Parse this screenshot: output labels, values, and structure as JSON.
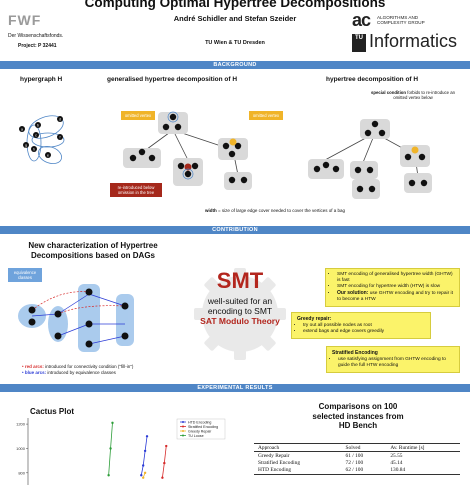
{
  "header": {
    "title": "Computing Optimal Hypertree Decompositions",
    "authors": "André Schidler and Stefan Szeider",
    "affiliation": "TU Wien & TU Dresden",
    "fwf_logo": "FWF",
    "fwf_subtitle": "Der Wissenschaftsfonds.",
    "project": "Project: P 32441",
    "ac_logo": "ac",
    "ac_subtitle_1": "ALGORITHMS AND",
    "ac_subtitle_2": "COMPLEXITY GROUP",
    "tu_logo": "TU",
    "informatics": "Informatics"
  },
  "sections": {
    "background": "BACKGROUND",
    "contribution": "CONTRIBUTION",
    "results": "EXPERIMENTAL RESULTS"
  },
  "background": {
    "hypergraph_title": "hypergraph H",
    "ghd_title": "generalised hypertree decomposition of H",
    "htd_title": "hypertree decomposition of H",
    "special_condition_bold": "special condition",
    "special_condition_rest": "forbids to re-introduce an omitted vertex below",
    "omitted_vertex": "omitted vertex",
    "reintroduced": "re-introduced below omission in the tree",
    "width_bold": "width",
    "width_rest": "= size of large edge cover needed to cover the vertices of a bag"
  },
  "contribution": {
    "left_title": "New characterization of Hypertree Decompositions based on DAGs",
    "equivalence_classes": "equivalence classes",
    "red_arcs_bold": "red arcs:",
    "red_arcs_rest": "introduced for connectivity condition (\"fill-in\")",
    "blue_arcs_bold": "blue arcs:",
    "blue_arcs_rest": "introduced by equivalence classes",
    "smt_big": "SMT",
    "smt_line1": "well-suited for an",
    "smt_line2": "encoding to SMT",
    "smt_line3": "SAT Modulo Theory",
    "box1_items": [
      "SMT encoding of generalised hypertree width (GHTW) is fast",
      "SMT encoding for hypertree width (HTW) is slow"
    ],
    "box1_solution_bold": "Our solution:",
    "box1_solution_rest": "use GHTW encoding and try to repair it to become a HTW",
    "box2_title": "Greedy repair:",
    "box2_items": [
      "try out all possible nodes as root",
      "extend bags and edge covers greedily"
    ],
    "box3_title": "Stratified Encoding",
    "box3_items": [
      "use satisfying assignment from GHTW encoding to guide the full HTW encoding"
    ]
  },
  "results": {
    "cactus_title": "Cactus Plot",
    "comparison_title": "Comparisons on 100 selected instances from HD Bench",
    "table_headers": [
      "Approach",
      "Solved",
      "Av. Runtime [s]"
    ],
    "table_rows": [
      [
        "Greedy Repair",
        "61 / 100",
        "25.55"
      ],
      [
        "Stratified Encoding",
        "72 / 100",
        "45.14"
      ],
      [
        "HTD Encoding",
        "62 / 100",
        "130.84"
      ]
    ]
  },
  "chart_data": {
    "type": "scatter",
    "title": "Cactus Plot",
    "xlabel": "",
    "ylabel": "",
    "yticks": [
      1200,
      1000,
      800
    ],
    "ylim": [
      700,
      1250
    ],
    "legend_placement": "top-right",
    "series": [
      {
        "name": "HTD Encoding",
        "color": "#2b3bd6",
        "x": [
          59,
          60,
          61,
          62
        ],
        "y": [
          780,
          860,
          980,
          1100
        ]
      },
      {
        "name": "Stratified Encoding",
        "color": "#d62b2b",
        "x": [
          70,
          71,
          72
        ],
        "y": [
          760,
          880,
          1020
        ]
      },
      {
        "name": "Greedy Repair",
        "color": "#f0b429",
        "x": [
          60,
          61
        ],
        "y": [
          760,
          800
        ]
      },
      {
        "name": "TU Loose",
        "color": "#2e9e3a",
        "x": [
          42,
          43,
          44
        ],
        "y": [
          780,
          1000,
          1210
        ]
      }
    ]
  },
  "colors": {
    "section_bar": "#4f86c6",
    "callout_orange": "#f0b429",
    "callout_red": "#a5281b",
    "yellow_box": "#fbf36a"
  }
}
